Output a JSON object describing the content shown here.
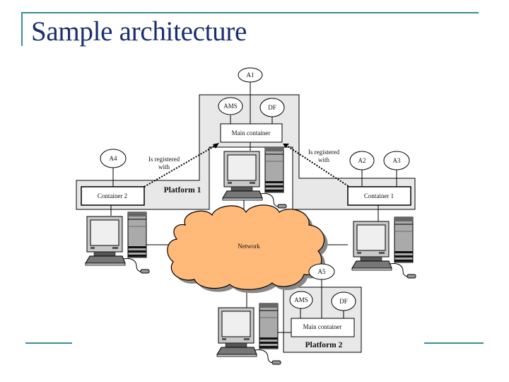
{
  "slide": {
    "title": "Sample architecture",
    "accent_color": "#3a8c94",
    "title_color": "#1a2f6e"
  },
  "diagram": {
    "platform1": {
      "label": "Platform 1",
      "main_container": {
        "label": "Main container",
        "agents": [
          "AMS",
          "DF"
        ],
        "top_agent": "A1"
      },
      "container2": {
        "label": "Container 2",
        "agents": [
          "A4"
        ]
      },
      "container1": {
        "label": "Container 1",
        "agents": [
          "A2",
          "A3"
        ]
      }
    },
    "platform2": {
      "label": "Platform 2",
      "main_container": {
        "label": "Main container",
        "agents": [
          "AMS",
          "DF"
        ],
        "top_agent": "A5"
      }
    },
    "registration_labels": {
      "left": [
        "Is registered",
        "with"
      ],
      "right": [
        "Is registered",
        "with"
      ]
    },
    "network": {
      "label": "Network",
      "fill": "#ffb978"
    },
    "platform_fill": "#e8e8e8"
  }
}
